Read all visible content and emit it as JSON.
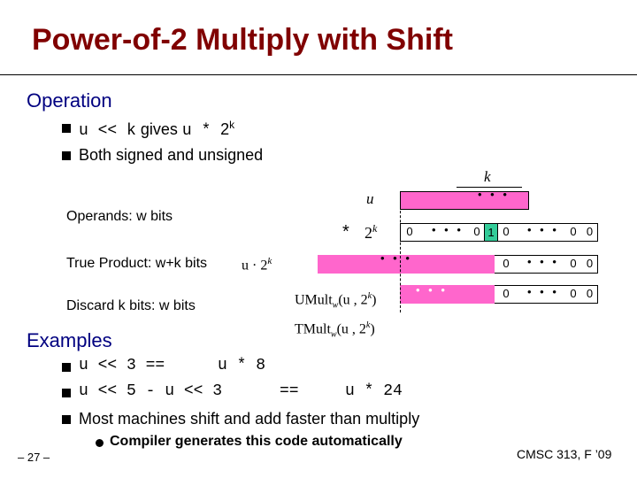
{
  "title": "Power-of-2 Multiply with Shift",
  "operation": {
    "heading": "Operation",
    "bullet1": {
      "code1": "u << k",
      "text": "gives",
      "code2": "u * ",
      "pow": "2",
      "sup": "k"
    },
    "bullet2": "Both signed and unsigned"
  },
  "diagram": {
    "k_label": "k",
    "u_label": "u",
    "operands_label": "Operands: w bits",
    "mult_star": "*",
    "pow_base": "2",
    "pow_exp": "k",
    "true_product_label": "True Product: w+k  bits",
    "u_dot": "u · 2",
    "u_dot_exp": "k",
    "discard_label": "Discard k  bits: w bits",
    "umult": "UMult",
    "umult_sub": "w",
    "umult_args": "(u , 2",
    "umult_exp": "k",
    "umult_close": ")",
    "tmult": "TMult",
    "tmult_sub": "w",
    "tmult_args": "(u , 2",
    "tmult_exp": "k",
    "tmult_close": ")",
    "dots": "• • •",
    "zero": "0",
    "one": "1"
  },
  "examples": {
    "heading": "Examples",
    "ex1_left": "u << 3 ==",
    "ex1_right": "u * 8",
    "ex2_left": "u << 5 - u << 3",
    "ex2_mid": "==",
    "ex2_right": "u * 24",
    "ex3": "Most machines shift and add faster than multiply",
    "sub1": "Compiler generates this code automatically"
  },
  "footer": {
    "page": "– 27 –",
    "course": "CMSC 313, F ’09"
  },
  "colors": {
    "title": "#800000",
    "heading": "#000080",
    "box_fill": "#ff66cc",
    "one_fill": "#33cc99"
  }
}
